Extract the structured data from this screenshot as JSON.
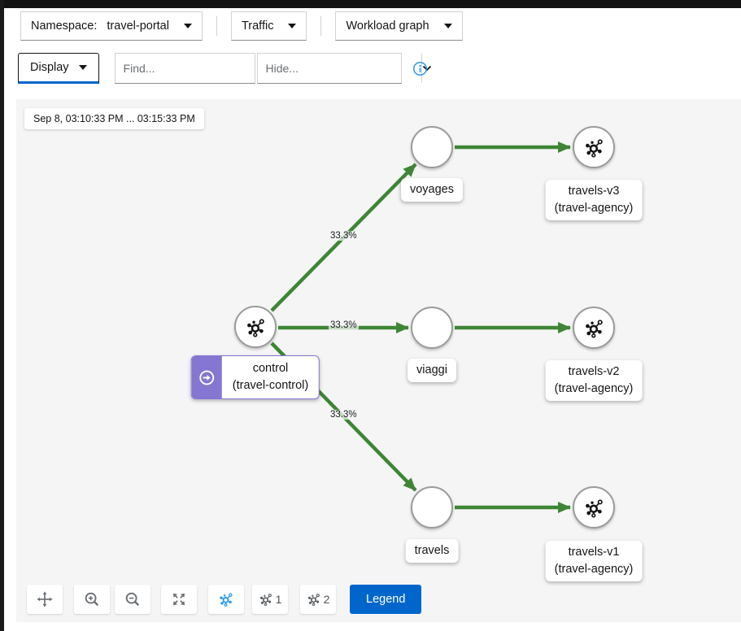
{
  "toolbar": {
    "namespace_label": "Namespace:",
    "namespace_value": "travel-portal",
    "traffic_label": "Traffic",
    "graph_type_label": "Workload graph",
    "display_label": "Display",
    "find_placeholder": "Find...",
    "hide_placeholder": "Hide..."
  },
  "graph": {
    "time_range": "Sep 8, 03:10:33 PM ... 03:15:33 PM",
    "nodes": [
      {
        "id": "control",
        "label": "control",
        "sublabel": "(travel-control)",
        "type": "workload",
        "badge": "traffic-source"
      },
      {
        "id": "voyages",
        "label": "voyages",
        "type": "service"
      },
      {
        "id": "viaggi",
        "label": "viaggi",
        "type": "service"
      },
      {
        "id": "travels",
        "label": "travels",
        "type": "service"
      },
      {
        "id": "travels-v3",
        "label": "travels-v3",
        "sublabel": "(travel-agency)",
        "type": "workload"
      },
      {
        "id": "travels-v2",
        "label": "travels-v2",
        "sublabel": "(travel-agency)",
        "type": "workload"
      },
      {
        "id": "travels-v1",
        "label": "travels-v1",
        "sublabel": "(travel-agency)",
        "type": "workload"
      }
    ],
    "edges": [
      {
        "from": "control",
        "to": "voyages",
        "label": "33.3%"
      },
      {
        "from": "control",
        "to": "viaggi",
        "label": "33.3%"
      },
      {
        "from": "control",
        "to": "travels",
        "label": "33.3%"
      },
      {
        "from": "voyages",
        "to": "travels-v3",
        "label": ""
      },
      {
        "from": "viaggi",
        "to": "travels-v2",
        "label": ""
      },
      {
        "from": "travels",
        "to": "travels-v1",
        "label": ""
      }
    ]
  },
  "controls": {
    "legend_label": "Legend",
    "layout_badge_1": "1",
    "layout_badge_2": "2"
  },
  "colors": {
    "edge_green": "#3e8635",
    "accent_blue": "#0066cc",
    "info_blue": "#2b9af3",
    "badge_purple": "#8476d1",
    "canvas_bg": "#f5f5f5"
  }
}
